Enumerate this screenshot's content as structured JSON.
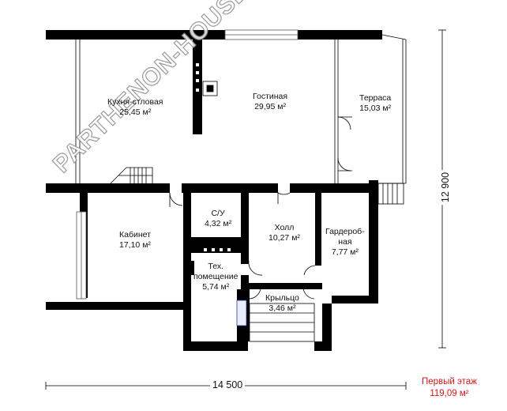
{
  "rooms": {
    "kitchen": {
      "name": "Кухня-стловая",
      "area": "25,45 м²"
    },
    "living": {
      "name": "Гостиная",
      "area": "29,95 м²"
    },
    "terrace": {
      "name": "Терраса",
      "area": "15,03 м²"
    },
    "wc": {
      "name": "С/У",
      "area": "4,32 м²"
    },
    "hall": {
      "name": "Холл",
      "area": "10,27 м²"
    },
    "wardrobe": {
      "name_line1": "Гардероб-",
      "name_line2": "ная",
      "area": "7,77 м²"
    },
    "office": {
      "name": "Кабинет",
      "area": "17,10 м²"
    },
    "tech": {
      "name_line1": "Тех.",
      "name_line2": "помещение",
      "area": "5,74 м²"
    },
    "porch": {
      "name": "Крыльцо",
      "area": "3,46 м²"
    }
  },
  "dimensions": {
    "width": "14 500",
    "height": "12 900"
  },
  "floor": {
    "title": "Первый этаж",
    "area": "119,09 м²"
  },
  "watermark": "PARTHENON-HOUSE.RU",
  "colors": {
    "wall": "#000000",
    "accent": "#d01818"
  }
}
